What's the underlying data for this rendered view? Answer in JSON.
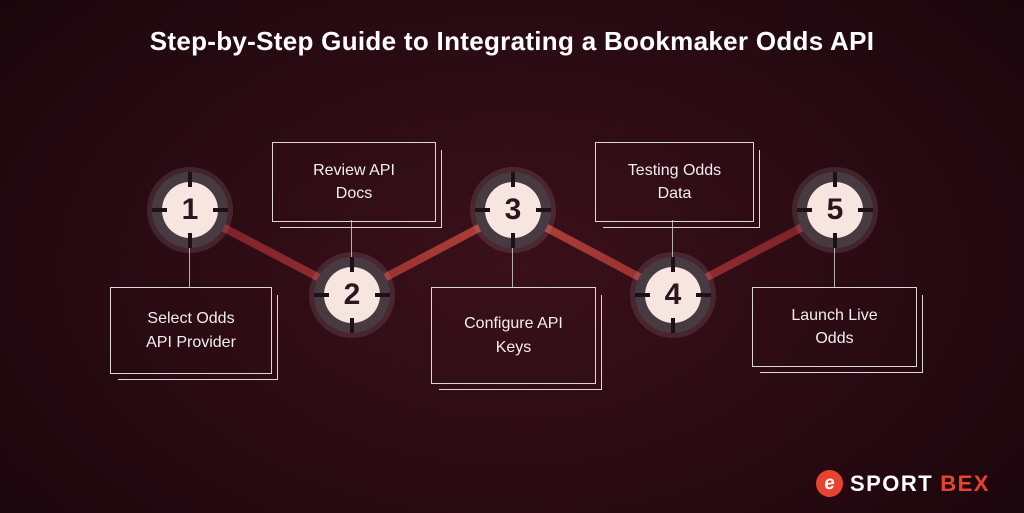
{
  "title": "Step-by-Step Guide to Integrating a Bookmaker Odds API",
  "steps": [
    {
      "number": "1",
      "label": "Select Odds\nAPI Provider"
    },
    {
      "number": "2",
      "label": "Review API\nDocs"
    },
    {
      "number": "3",
      "label": "Configure API\nKeys"
    },
    {
      "number": "4",
      "label": "Testing Odds\nData"
    },
    {
      "number": "5",
      "label": "Launch Live\nOdds"
    }
  ],
  "logo": {
    "icon": "sportbex-swoosh-icon",
    "part1": "SPORT",
    "part2": "BEX"
  },
  "colors": {
    "background_center": "#3a1019",
    "background_edge": "#140309",
    "path_red_dark": "#7a1e28",
    "path_red_light": "#b04038",
    "ring": "#473a41",
    "circle_fill": "#f7e6e0",
    "number": "#2a161f",
    "box_border": "#ded7d9",
    "label_text": "#f2eef0",
    "brand_red": "#e8432f"
  }
}
